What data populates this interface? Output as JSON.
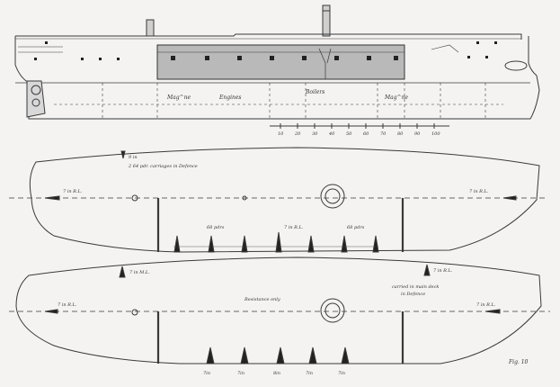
{
  "side_view": {
    "labels": {
      "mag_fwd": "Mag^ne",
      "engines": "Engines",
      "boilers": "Boilers",
      "mag_aft": "Mag^ne"
    },
    "scale_ticks": [
      "10",
      "20",
      "30",
      "40",
      "50",
      "60",
      "70",
      "80",
      "90",
      "100"
    ]
  },
  "main_deck": {
    "annotations": {
      "top_gun": "9 in",
      "top_note": "2 64 pdr. carriages in Defence",
      "bow_gun": "7 in R.L.",
      "stern_gun": "7 in R.L.",
      "fwd_battery": "68 pdrs",
      "mid_battery": "7 in R.L.",
      "aft_battery": "68 pdrs"
    }
  },
  "lower_deck": {
    "annotations": {
      "fwd_gun": "7 in M.L.",
      "aft_gun": "7 in R.L.",
      "bow_note": "7 in R.L.",
      "resistance": "Resistance only",
      "stern_note1": "carried in main deck",
      "stern_note2": "in Defence",
      "stern_gun_label": "7 in R.L.",
      "gun_labels": [
        "7in",
        "7in",
        "8in",
        "7in",
        "7in"
      ]
    }
  },
  "signature": "Fig. 10"
}
